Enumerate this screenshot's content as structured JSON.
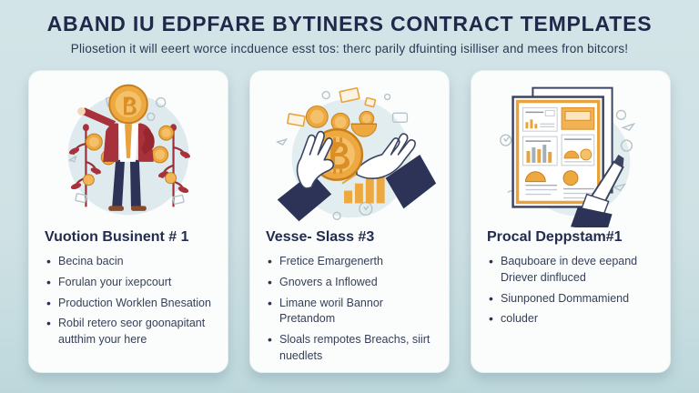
{
  "page": {
    "title": "ABAND IU EDPFARE BYTINERS CONTRACT TEMPLATES",
    "subtitle": "Pliosetion it will eeert worce incduence esst tos: therc parily dfuinting isilliser and mees fron bitcors!"
  },
  "colors": {
    "background": "#cfe2e5",
    "card": "#fbfdfd",
    "heading": "#20294b",
    "body_text": "#363f58",
    "coin_orange": "#eda93f",
    "coin_light": "#f4c16a",
    "jacket_red": "#a8323c",
    "suit_navy": "#2c3357",
    "circle_bg": "#dfeaee"
  },
  "cards": [
    {
      "title": "Vuotion Businent # 1",
      "illustration": "businessman-with-coins",
      "bullets": [
        "Becina bacin",
        "Forulan your ixepcourt",
        "Production Worklen Bnesation",
        "Robil retero seor goonapitant autthim your here"
      ]
    },
    {
      "title": "Vesse- Slass #3",
      "illustration": "hands-holding-bitcoin",
      "bullets": [
        "Fretice Emargenerth",
        "Gnovers a Inflowed",
        "Limane woril Bannor Pretandom",
        "Sloals rempotes Breachs, siirt nuedlets"
      ]
    },
    {
      "title": "Procal Deppstam#1",
      "illustration": "contract-document-signing",
      "bullets": [
        "Baquboare in deve eepand Driever dinfluced",
        "Siunponed Dommamiend",
        "coluder"
      ]
    }
  ]
}
